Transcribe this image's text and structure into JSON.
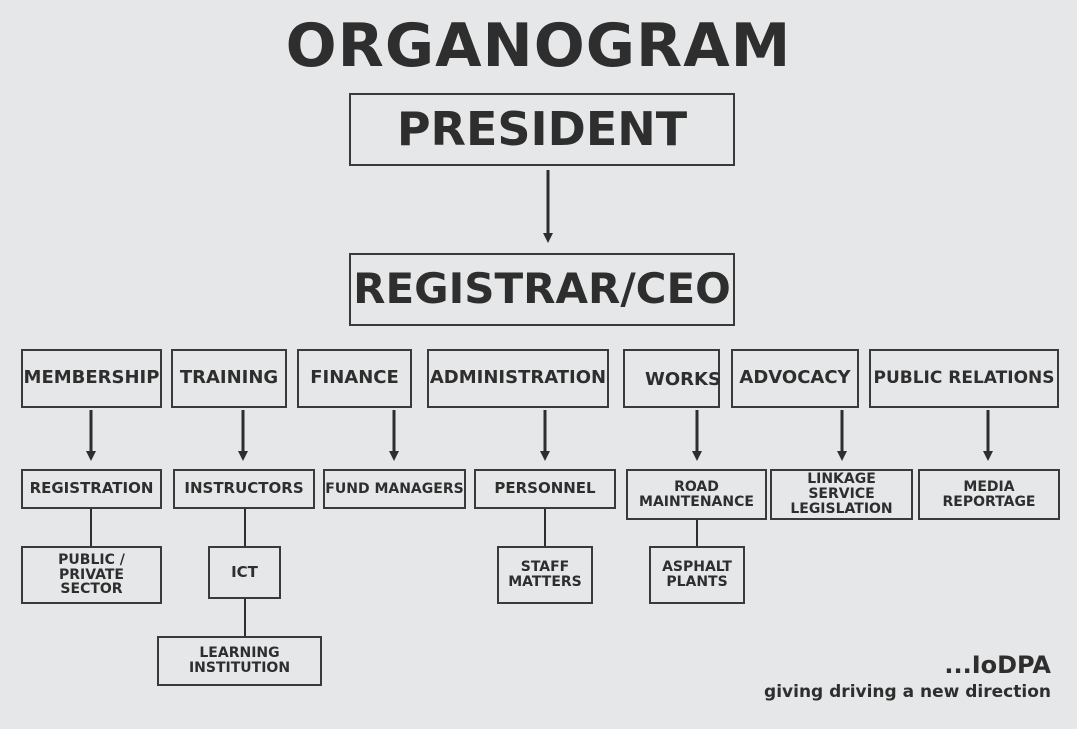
{
  "title": "ORGANOGRAM",
  "president": "PRESIDENT",
  "registrar": "REGISTRAR/CEO",
  "departments": [
    {
      "label": "MEMBERSHIP",
      "units": [
        "REGISTRATION",
        "PUBLIC / PRIVATE SECTOR"
      ]
    },
    {
      "label": "TRAINING",
      "units": [
        "INSTRUCTORS",
        "ICT",
        "LEARNING INSTITUTION"
      ]
    },
    {
      "label": "FINANCE",
      "units": [
        "FUND MANAGERS"
      ]
    },
    {
      "label": "ADMINISTRATION",
      "units": [
        "PERSONNEL",
        "STAFF MATTERS"
      ]
    },
    {
      "label": "WORKS",
      "units": [
        "ROAD MAINTENANCE",
        "ASPHALT PLANTS"
      ]
    },
    {
      "label": "ADVOCACY",
      "units": [
        "LINKAGE SERVICE LEGISLATION"
      ]
    },
    {
      "label": "PUBLIC RELATIONS",
      "units": [
        "MEDIA REPORTAGE"
      ]
    }
  ],
  "brand": {
    "name": "...IoDPA",
    "tagline": "giving driving a new direction"
  }
}
